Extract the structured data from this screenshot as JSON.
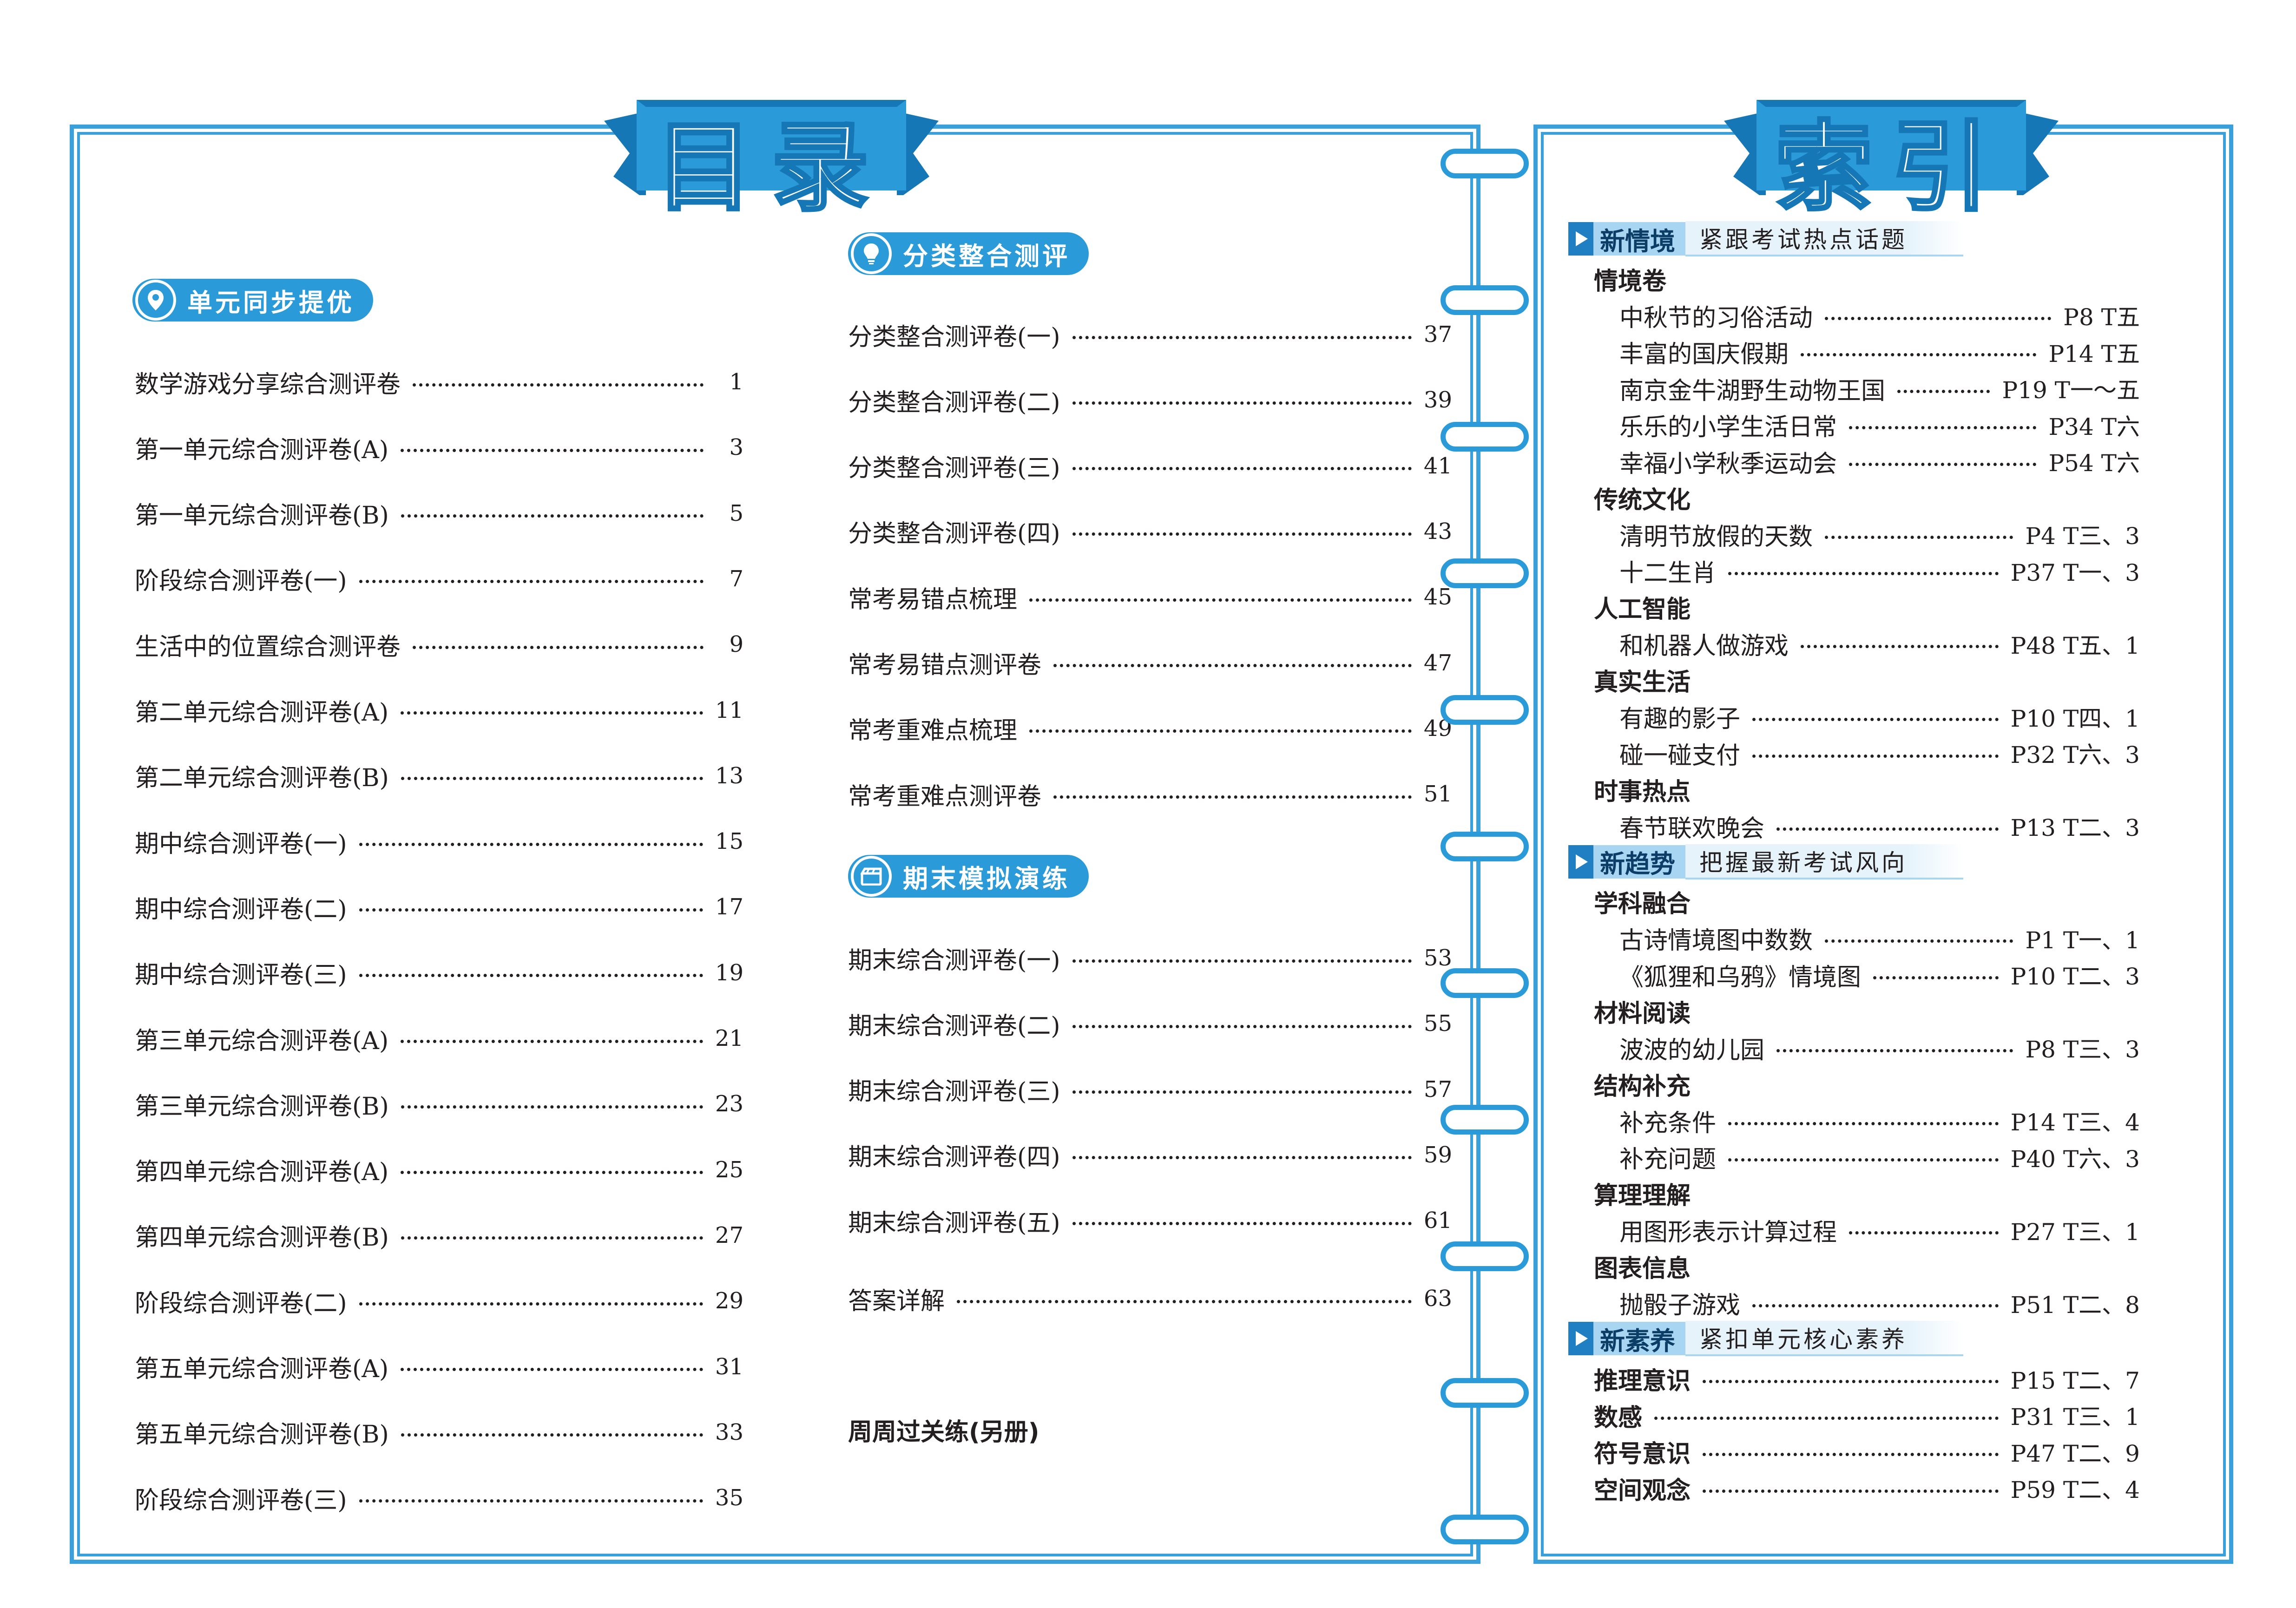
{
  "left_page": {
    "title": "目录",
    "sections": [
      {
        "label": "单元同步提优",
        "icon": "location-pin-icon",
        "items": [
          {
            "title": "数学游戏分享综合测评卷",
            "page": "1"
          },
          {
            "title": "第一单元综合测评卷(A)",
            "page": "3"
          },
          {
            "title": "第一单元综合测评卷(B)",
            "page": "5"
          },
          {
            "title": "阶段综合测评卷(一)",
            "page": "7"
          },
          {
            "title": "生活中的位置综合测评卷",
            "page": "9"
          },
          {
            "title": "第二单元综合测评卷(A)",
            "page": "11"
          },
          {
            "title": "第二单元综合测评卷(B)",
            "page": "13"
          },
          {
            "title": "期中综合测评卷(一)",
            "page": "15"
          },
          {
            "title": "期中综合测评卷(二)",
            "page": "17"
          },
          {
            "title": "期中综合测评卷(三)",
            "page": "19"
          },
          {
            "title": "第三单元综合测评卷(A)",
            "page": "21"
          },
          {
            "title": "第三单元综合测评卷(B)",
            "page": "23"
          },
          {
            "title": "第四单元综合测评卷(A)",
            "page": "25"
          },
          {
            "title": "第四单元综合测评卷(B)",
            "page": "27"
          },
          {
            "title": "阶段综合测评卷(二)",
            "page": "29"
          },
          {
            "title": "第五单元综合测评卷(A)",
            "page": "31"
          },
          {
            "title": "第五单元综合测评卷(B)",
            "page": "33"
          },
          {
            "title": "阶段综合测评卷(三)",
            "page": "35"
          }
        ]
      },
      {
        "label": "分类整合测评",
        "icon": "lightbulb-icon",
        "items": [
          {
            "title": "分类整合测评卷(一)",
            "page": "37"
          },
          {
            "title": "分类整合测评卷(二)",
            "page": "39"
          },
          {
            "title": "分类整合测评卷(三)",
            "page": "41"
          },
          {
            "title": "分类整合测评卷(四)",
            "page": "43"
          },
          {
            "title": "常考易错点梳理",
            "page": "45"
          },
          {
            "title": "常考易错点测评卷",
            "page": "47"
          },
          {
            "title": "常考重难点梳理",
            "page": "49"
          },
          {
            "title": "常考重难点测评卷",
            "page": "51"
          }
        ]
      },
      {
        "label": "期末模拟演练",
        "icon": "clapperboard-icon",
        "items": [
          {
            "title": "期末综合测评卷(一)",
            "page": "53"
          },
          {
            "title": "期末综合测评卷(二)",
            "page": "55"
          },
          {
            "title": "期末综合测评卷(三)",
            "page": "57"
          },
          {
            "title": "期末综合测评卷(四)",
            "page": "59"
          },
          {
            "title": "期末综合测评卷(五)",
            "page": "61"
          }
        ]
      }
    ],
    "answers": {
      "title": "答案详解",
      "page": "63"
    },
    "weekly_note": "周周过关练(另册)"
  },
  "right_page": {
    "title": "索引",
    "sections": [
      {
        "label": "新情境",
        "subtitle": "紧跟考试热点话题",
        "categories": [
          {
            "name": "情境卷",
            "items": [
              {
                "title": "中秋节的习俗活动",
                "ref": "P8 T五"
              },
              {
                "title": "丰富的国庆假期",
                "ref": "P14 T五"
              },
              {
                "title": "南京金牛湖野生动物王国",
                "ref": "P19 T一～五"
              },
              {
                "title": "乐乐的小学生活日常",
                "ref": "P34 T六"
              },
              {
                "title": "幸福小学秋季运动会",
                "ref": "P54 T六"
              }
            ]
          },
          {
            "name": "传统文化",
            "items": [
              {
                "title": "清明节放假的天数",
                "ref": "P4 T三、3"
              },
              {
                "title": "十二生肖",
                "ref": "P37 T一、3"
              }
            ]
          },
          {
            "name": "人工智能",
            "items": [
              {
                "title": "和机器人做游戏",
                "ref": "P48 T五、1"
              }
            ]
          },
          {
            "name": "真实生活",
            "items": [
              {
                "title": "有趣的影子",
                "ref": "P10 T四、1"
              },
              {
                "title": "碰一碰支付",
                "ref": "P32 T六、3"
              }
            ]
          },
          {
            "name": "时事热点",
            "items": [
              {
                "title": "春节联欢晚会",
                "ref": "P13 T二、3"
              }
            ]
          }
        ]
      },
      {
        "label": "新趋势",
        "subtitle": "把握最新考试风向",
        "categories": [
          {
            "name": "学科融合",
            "items": [
              {
                "title": "古诗情境图中数数",
                "ref": "P1 T一、1"
              },
              {
                "title": "《狐狸和乌鸦》情境图",
                "ref": "P10 T二、3"
              }
            ]
          },
          {
            "name": "材料阅读",
            "items": [
              {
                "title": "波波的幼儿园",
                "ref": "P8 T三、3"
              }
            ]
          },
          {
            "name": "结构补充",
            "items": [
              {
                "title": "补充条件",
                "ref": "P14 T三、4"
              },
              {
                "title": "补充问题",
                "ref": "P40 T六、3"
              }
            ]
          },
          {
            "name": "算理理解",
            "items": [
              {
                "title": "用图形表示计算过程",
                "ref": "P27 T三、1"
              }
            ]
          },
          {
            "name": "图表信息",
            "items": [
              {
                "title": "抛骰子游戏",
                "ref": "P51 T二、8"
              }
            ]
          }
        ]
      },
      {
        "label": "新素养",
        "subtitle": "紧扣单元核心素养",
        "items": [
          {
            "title": "推理意识",
            "ref": "P15 T二、7"
          },
          {
            "title": "数感",
            "ref": "P31 T三、1"
          },
          {
            "title": "符号意识",
            "ref": "P47 T二、9"
          },
          {
            "title": "空间观念",
            "ref": "P59 T二、4"
          }
        ]
      }
    ]
  },
  "colors": {
    "accent": "#2a9bd8",
    "dark_accent": "#1f7fc2",
    "light_accent": "#a8d6f2",
    "text": "#231f20"
  }
}
